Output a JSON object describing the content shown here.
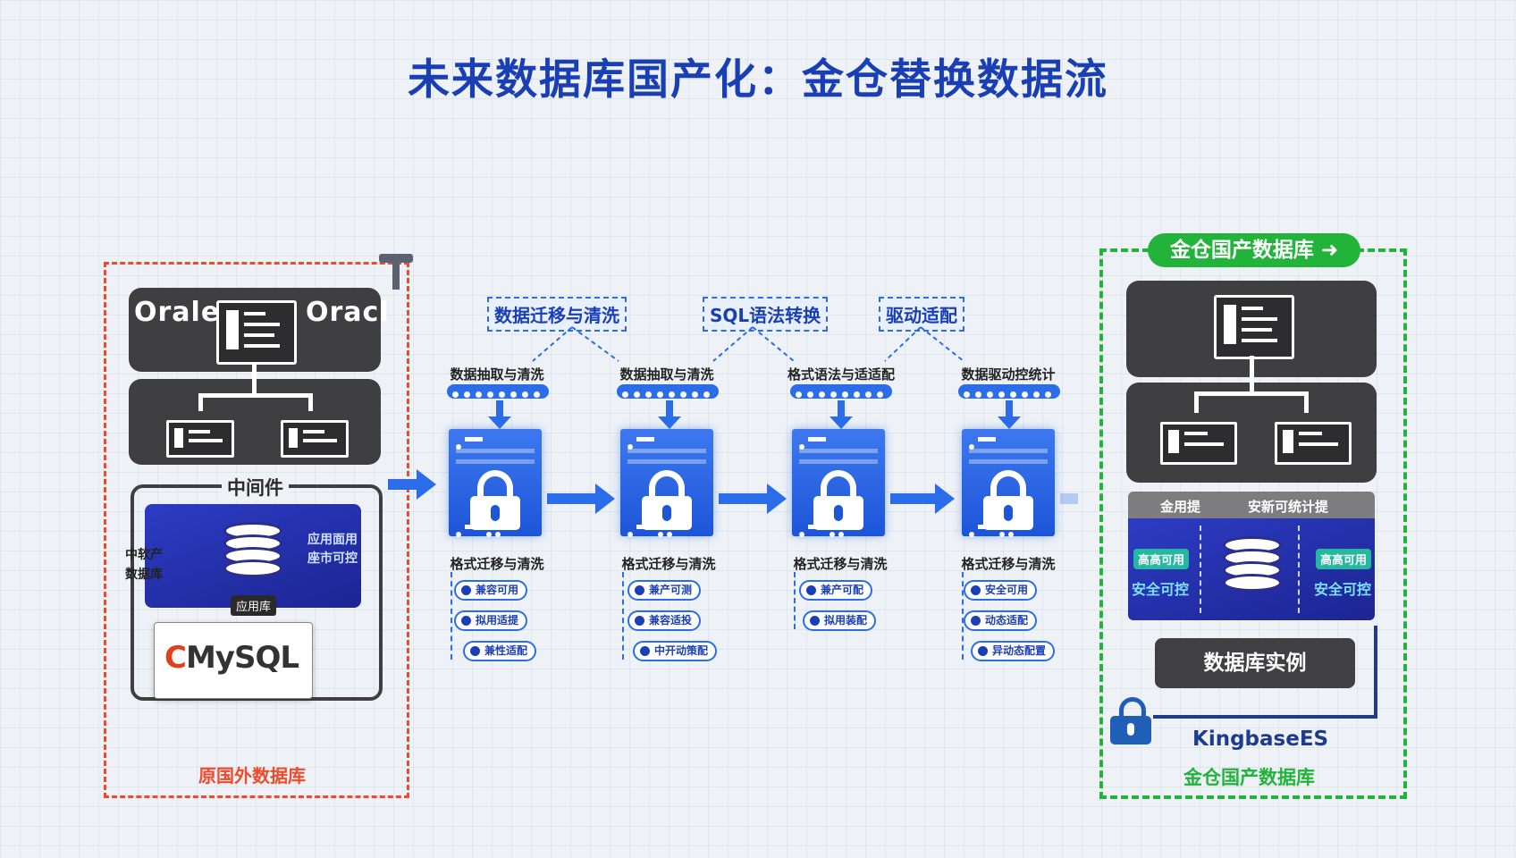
{
  "title": "未来数据库国产化：金仓替换数据流",
  "source": {
    "logo_left": "Orale",
    "logo_right": "Oracl",
    "middleware_label": "中间件",
    "side_text": "中软产 数据库",
    "panel_text": "应用面用 座市可控",
    "app_tag": "应用库",
    "mysql_logo": "MySQL",
    "caption": "原国外数据库"
  },
  "categories": [
    {
      "label": "数据迁移与清洗"
    },
    {
      "label": "SQL语法转换"
    },
    {
      "label": "驱动适配"
    }
  ],
  "stages": [
    {
      "top_label": "数据抽取与清洗",
      "bottom_label": "格式迁移与清洗",
      "tags": [
        "兼容可用",
        "拟用适提",
        "兼性适配"
      ]
    },
    {
      "top_label": "数据抽取与清洗",
      "bottom_label": "格式迁移与清洗",
      "tags": [
        "兼产可测",
        "兼容适投",
        "中开动策配"
      ]
    },
    {
      "top_label": "格式语法与适适配",
      "bottom_label": "格式迁移与清洗",
      "tags": [
        "兼产可配",
        "拟用装配"
      ]
    },
    {
      "top_label": "数据驱动控统计",
      "bottom_label": "格式迁移与清洗",
      "tags": [
        "安全可用",
        "动态适配",
        "异动态配置"
      ]
    }
  ],
  "target": {
    "badge": "金仓国产数据库 ➜",
    "band_left": "金用提",
    "band_right": "安新可统计提",
    "left_pill": "高高可用",
    "left_text": "安全可控",
    "right_pill": "高高可用",
    "right_text": "安全可控",
    "instance": "数据库实例",
    "product": "KingbaseES",
    "caption": "金仓国产数据库"
  },
  "colors": {
    "title": "#1a3fb5",
    "source_border": "#ee4a2c",
    "target_border": "#22b43a",
    "flow_blue": "#2b6de8"
  }
}
